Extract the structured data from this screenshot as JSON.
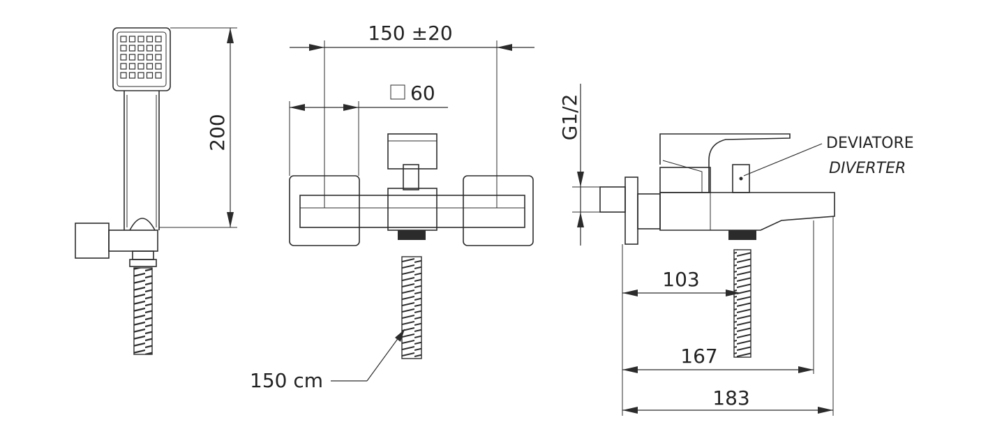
{
  "dimensions": {
    "handshower_height": "200",
    "center_distance": "150 ±20",
    "handle_square": "60",
    "hose_length": "150 cm",
    "thread": "G1/2",
    "projection_outlet": "103",
    "projection_body": "167",
    "projection_total": "183"
  },
  "labels": {
    "diverter_it": "DEVIATORE",
    "diverter_en": "DIVERTER"
  }
}
